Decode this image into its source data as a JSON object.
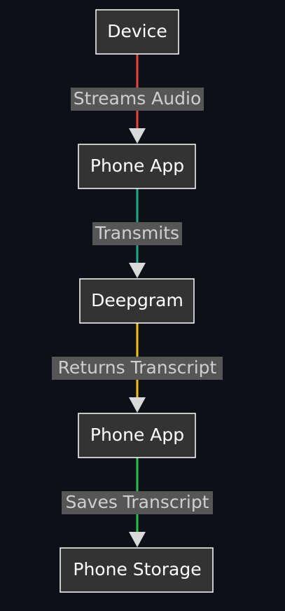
{
  "nodes": [
    {
      "id": "device",
      "label": "Device"
    },
    {
      "id": "phone-app-1",
      "label": "Phone App"
    },
    {
      "id": "deepgram",
      "label": "Deepgram"
    },
    {
      "id": "phone-app-2",
      "label": "Phone App"
    },
    {
      "id": "phone-storage",
      "label": "Phone Storage"
    }
  ],
  "edges": [
    {
      "from": "device",
      "to": "phone-app-1",
      "label": "Streams Audio",
      "color": "#e8463b"
    },
    {
      "from": "phone-app-1",
      "to": "deepgram",
      "label": "Transmits",
      "color": "#1fa88c"
    },
    {
      "from": "deepgram",
      "to": "phone-app-2",
      "label": "Returns Transcript",
      "color": "#f2c20f"
    },
    {
      "from": "phone-app-2",
      "to": "phone-storage",
      "label": "Saves Transcript",
      "color": "#25c24a"
    }
  ],
  "colors": {
    "background": "#0d1117",
    "node_fill": "#333333",
    "node_border": "#ffffff",
    "node_text": "#ffffff",
    "edge_label_bg": "#565656",
    "edge_label_text": "#cfcfcf",
    "arrowhead": "#d9d9d9"
  }
}
